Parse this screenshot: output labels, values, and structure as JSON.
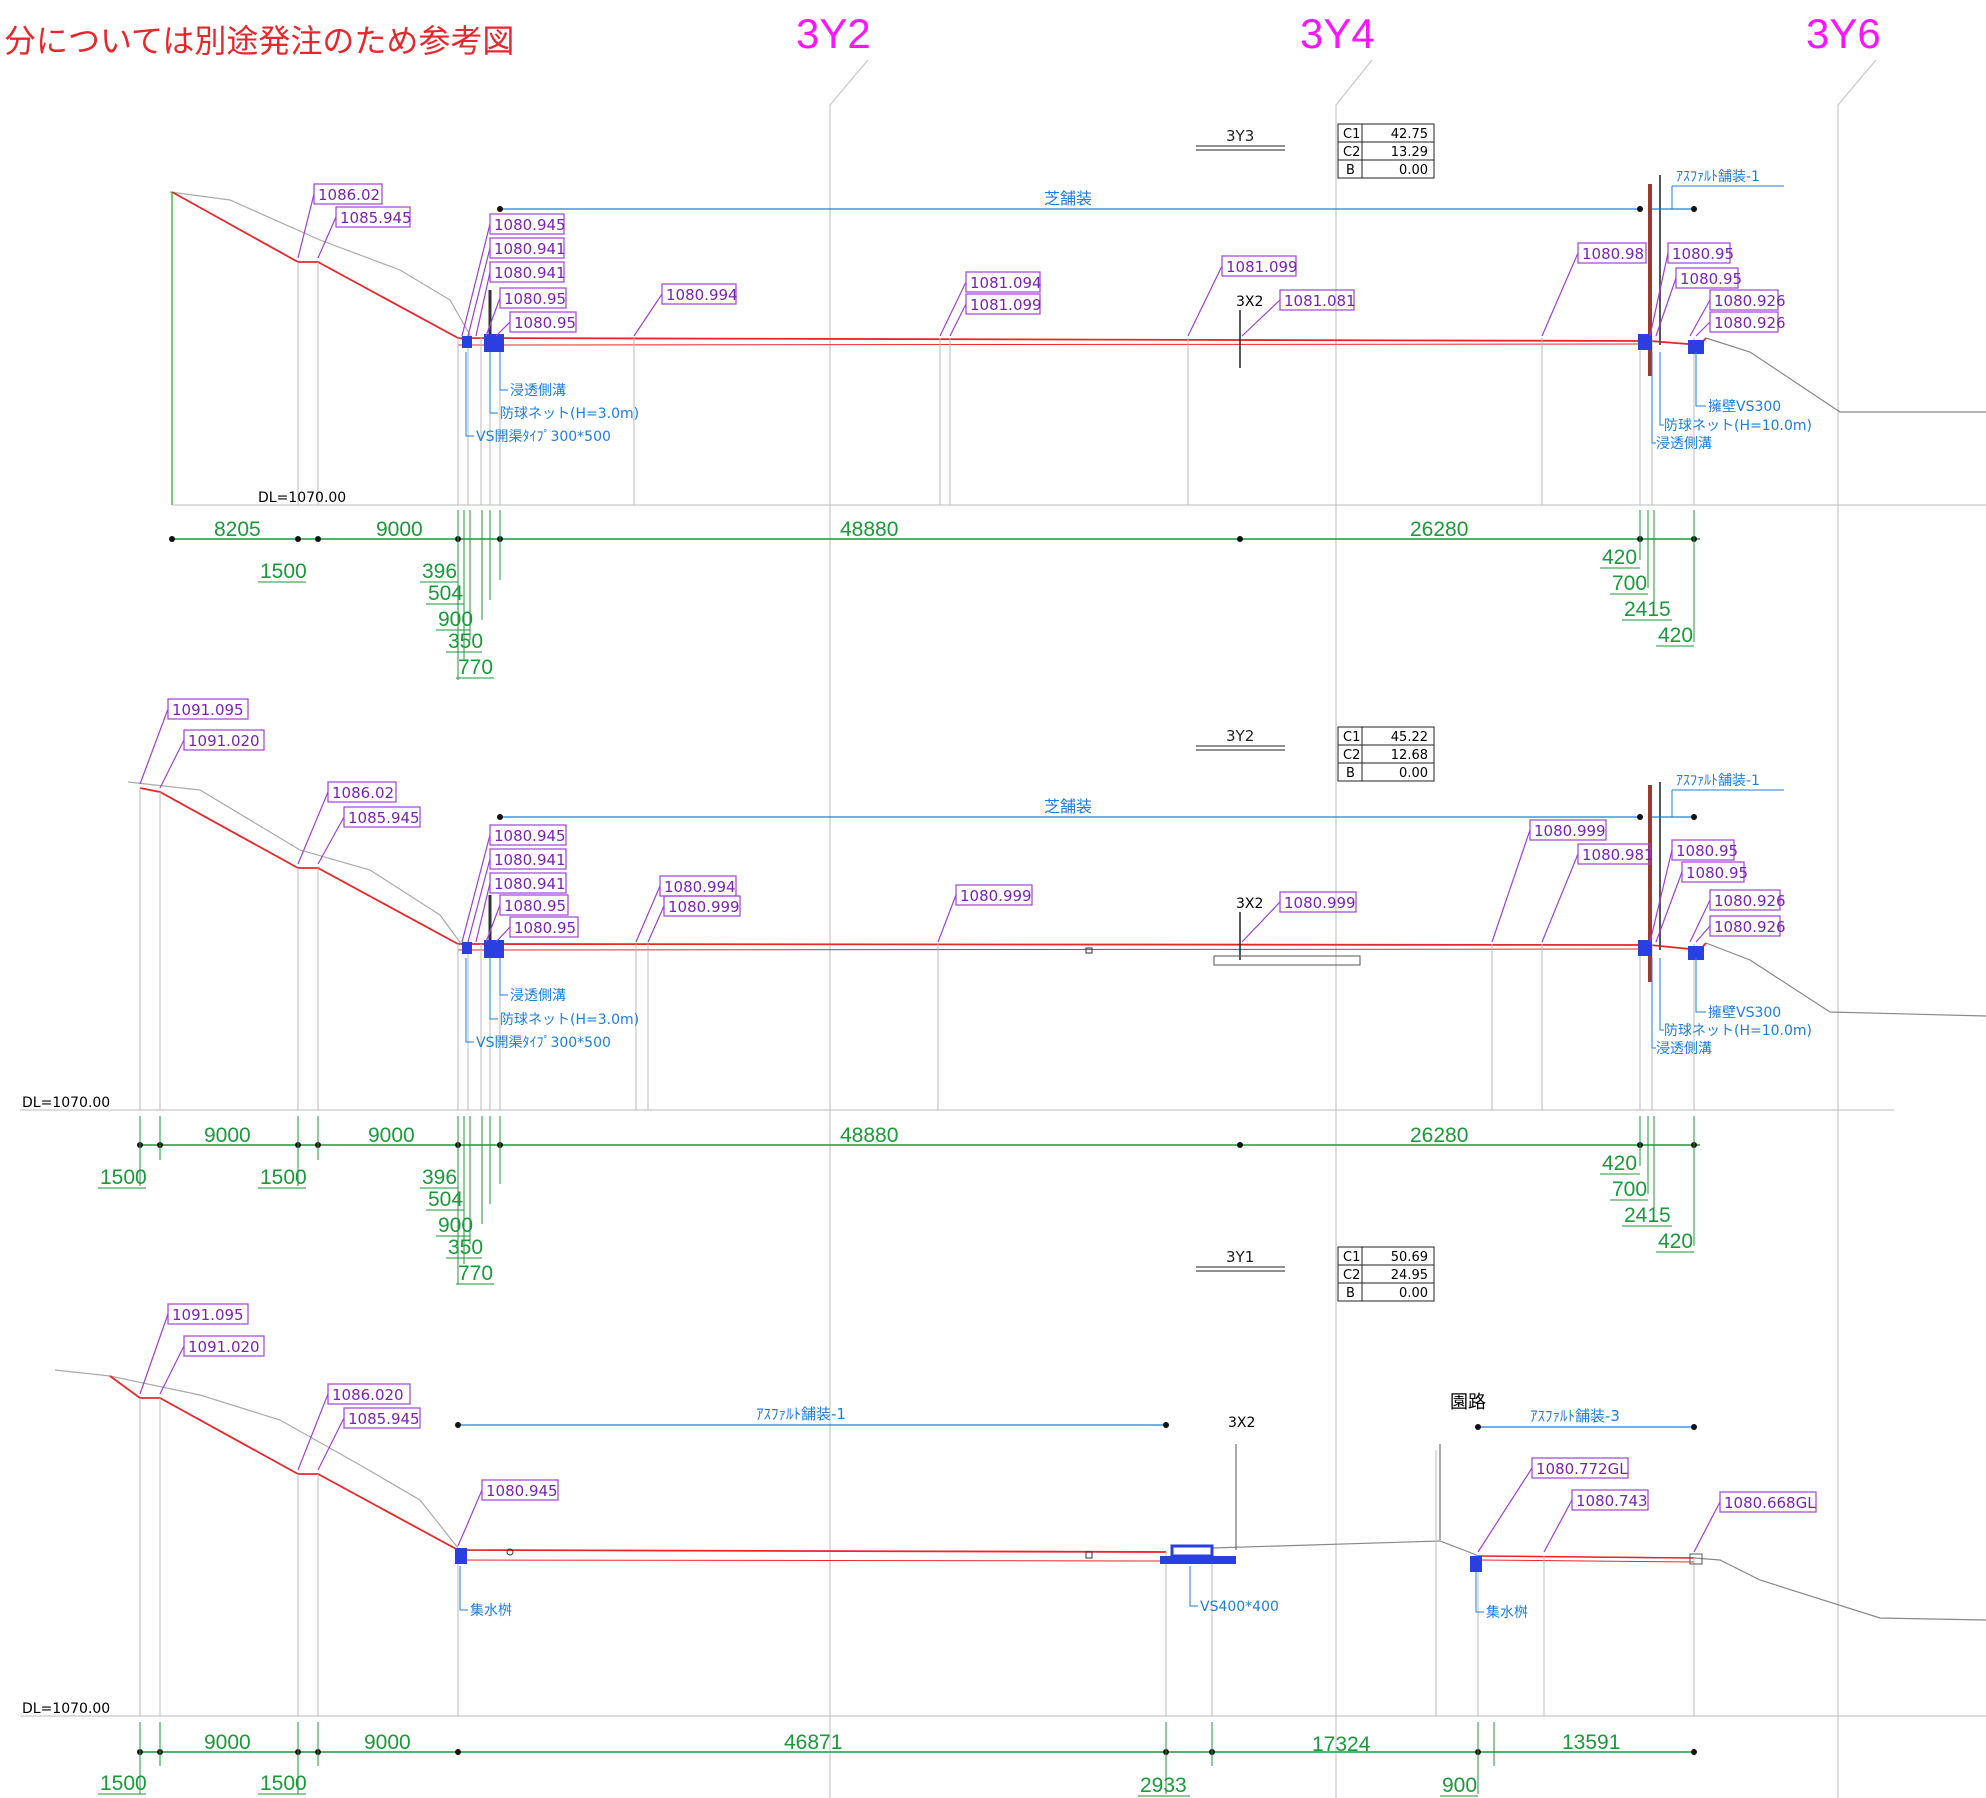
{
  "header": {
    "note": "分については別途発注のため参考図",
    "grid_labels": [
      "3Y2",
      "3Y4",
      "3Y6"
    ]
  },
  "colors": {
    "dimension": "#1a9a3a",
    "surface": "#e8272c",
    "label_border": "#9f3fd8",
    "label_text": "#7a22b5",
    "annotation": "#1c7fe0",
    "grid": "#ff14ff",
    "structure": "#2a3fe0"
  },
  "section_a": {
    "name": "3Y3",
    "coeffs": [
      [
        "C1",
        "42.75"
      ],
      [
        "C2",
        "13.29"
      ],
      [
        "B",
        "0.00"
      ]
    ],
    "datum": "DL=1070.00",
    "cl_label": "3X2",
    "pavement_left": "芝舗装",
    "pavement_right": "ｱｽﾌｧﾙﾄ舗装-1",
    "elev": [
      "1086.02",
      "1085.945",
      "1080.945",
      "1080.941",
      "1080.941",
      "1080.95",
      "1080.95",
      "1080.994",
      "1081.094",
      "1081.099",
      "1081.099",
      "1081.081",
      "1080.98",
      "1080.95",
      "1080.95",
      "1080.926",
      "1080.926"
    ],
    "notes_left": [
      "浸透側溝",
      "防球ネット(H=3.0m)",
      "VS開渠ﾀｲﾌﾟ300*500"
    ],
    "notes_right": [
      "擁壁VS300",
      "防球ネット(H=10.0m)",
      "浸透側溝"
    ],
    "dims_main": [
      "8205",
      "9000",
      "48880",
      "26280"
    ],
    "dims_sub": [
      "1500",
      "396",
      "504",
      "900",
      "350",
      "770",
      "420",
      "700",
      "2415",
      "420"
    ]
  },
  "section_b": {
    "name": "3Y2",
    "coeffs": [
      [
        "C1",
        "45.22"
      ],
      [
        "C2",
        "12.68"
      ],
      [
        "B",
        "0.00"
      ]
    ],
    "datum": "DL=1070.00",
    "cl_label": "3X2",
    "pavement_left": "芝舗装",
    "pavement_right": "ｱｽﾌｧﾙﾄ舗装-1",
    "elev": [
      "1091.095",
      "1091.020",
      "1086.02",
      "1085.945",
      "1080.945",
      "1080.941",
      "1080.941",
      "1080.95",
      "1080.95",
      "1080.994",
      "1080.999",
      "1080.999",
      "1080.999",
      "1080.999",
      "1080.981",
      "1080.95",
      "1080.95",
      "1080.926",
      "1080.926"
    ],
    "notes_left": [
      "浸透側溝",
      "防球ネット(H=3.0m)",
      "VS開渠ﾀｲﾌﾟ300*500"
    ],
    "notes_right": [
      "擁壁VS300",
      "防球ネット(H=10.0m)",
      "浸透側溝"
    ],
    "dims_main": [
      "9000",
      "9000",
      "48880",
      "26280"
    ],
    "dims_sub": [
      "1500",
      "1500",
      "396",
      "504",
      "900",
      "350",
      "770",
      "420",
      "700",
      "2415",
      "420"
    ]
  },
  "section_c": {
    "name": "3Y1",
    "coeffs": [
      [
        "C1",
        "50.69"
      ],
      [
        "C2",
        "24.95"
      ],
      [
        "B",
        "0.00"
      ]
    ],
    "datum": "DL=1070.00",
    "cl_label": "3X2",
    "road_label": "園路",
    "pavement_left": "ｱｽﾌｧﾙﾄ舗装-1",
    "pavement_right": "ｱｽﾌｧﾙﾄ舗装-3",
    "elev": [
      "1091.095",
      "1091.020",
      "1086.020",
      "1085.945",
      "1080.945",
      "1080.772GL",
      "1080.743",
      "1080.668GL"
    ],
    "notes": [
      "集水桝",
      "VS400*400",
      "集水桝"
    ],
    "dims_main": [
      "9000",
      "9000",
      "46871",
      "17324",
      "13591"
    ],
    "dims_sub": [
      "1500",
      "1500",
      "2933",
      "900"
    ]
  }
}
